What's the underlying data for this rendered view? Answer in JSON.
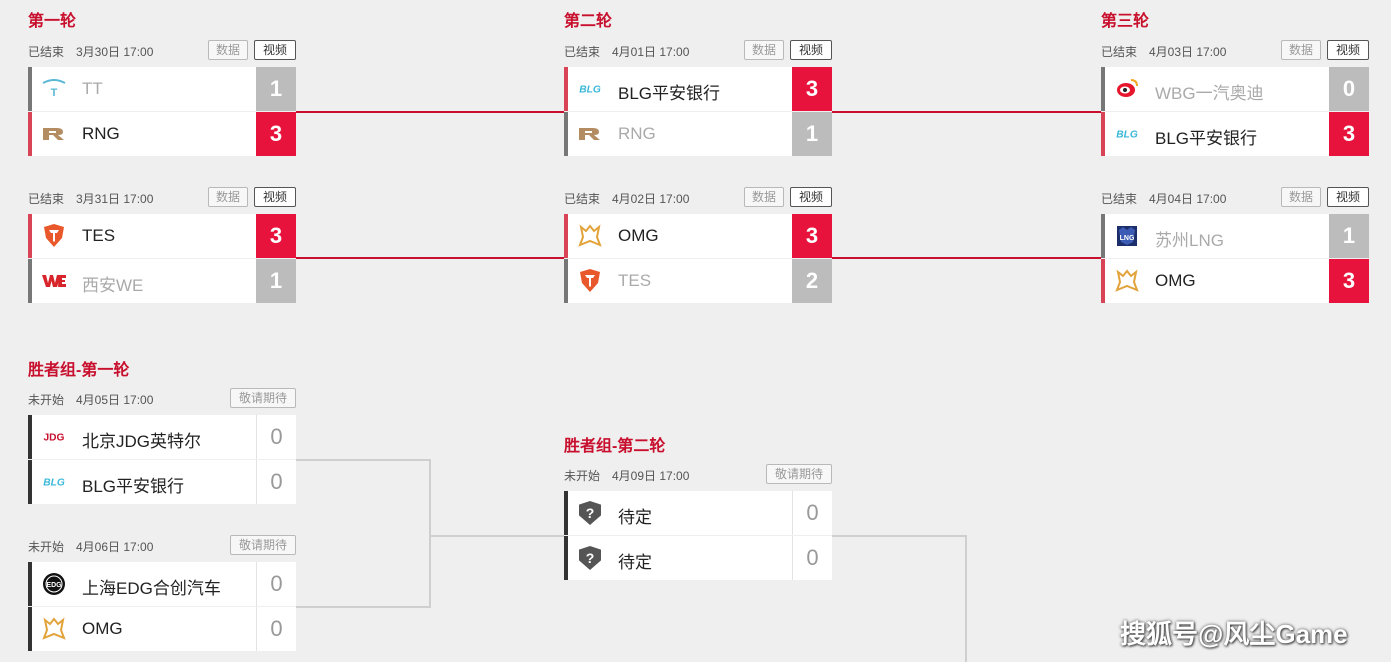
{
  "colors": {
    "accent": "#c8102e",
    "win_score_bg": "#e8133c",
    "lose_score_bg": "#bcbcbc",
    "page_bg": "#efefef"
  },
  "round1": {
    "title": "第一轮",
    "matches": [
      {
        "status": "已结束",
        "datetime": "3月30日 17:00",
        "stats_label": "数据",
        "video_label": "视频",
        "teams": [
          {
            "name": "TT",
            "score": "1",
            "logo": "tt-logo-icon"
          },
          {
            "name": "RNG",
            "score": "3",
            "logo": "rng-logo-icon"
          }
        ]
      },
      {
        "status": "已结束",
        "datetime": "3月31日 17:00",
        "stats_label": "数据",
        "video_label": "视频",
        "teams": [
          {
            "name": "TES",
            "score": "3",
            "logo": "tes-logo-icon"
          },
          {
            "name": "西安WE",
            "score": "1",
            "logo": "we-logo-icon"
          }
        ]
      }
    ]
  },
  "round2": {
    "title": "第二轮",
    "matches": [
      {
        "status": "已结束",
        "datetime": "4月01日 17:00",
        "stats_label": "数据",
        "video_label": "视频",
        "teams": [
          {
            "name": "BLG平安银行",
            "score": "3",
            "logo": "blg-logo-icon"
          },
          {
            "name": "RNG",
            "score": "1",
            "logo": "rng-logo-icon"
          }
        ]
      },
      {
        "status": "已结束",
        "datetime": "4月02日 17:00",
        "stats_label": "数据",
        "video_label": "视频",
        "teams": [
          {
            "name": "OMG",
            "score": "3",
            "logo": "omg-logo-icon"
          },
          {
            "name": "TES",
            "score": "2",
            "logo": "tes-logo-icon"
          }
        ]
      }
    ]
  },
  "round3": {
    "title": "第三轮",
    "matches": [
      {
        "status": "已结束",
        "datetime": "4月03日 17:00",
        "stats_label": "数据",
        "video_label": "视频",
        "teams": [
          {
            "name": "WBG一汽奥迪",
            "score": "0",
            "logo": "wbg-logo-icon"
          },
          {
            "name": "BLG平安银行",
            "score": "3",
            "logo": "blg-logo-icon"
          }
        ]
      },
      {
        "status": "已结束",
        "datetime": "4月04日 17:00",
        "stats_label": "数据",
        "video_label": "视频",
        "teams": [
          {
            "name": "苏州LNG",
            "score": "1",
            "logo": "lng-logo-icon"
          },
          {
            "name": "OMG",
            "score": "3",
            "logo": "omg-logo-icon"
          }
        ]
      }
    ]
  },
  "winners_r1": {
    "title": "胜者组-第一轮",
    "matches": [
      {
        "status": "未开始",
        "datetime": "4月05日 17:00",
        "pending_label": "敬请期待",
        "teams": [
          {
            "name": "北京JDG英特尔",
            "score": "0",
            "logo": "jdg-logo-icon"
          },
          {
            "name": "BLG平安银行",
            "score": "0",
            "logo": "blg-logo-icon"
          }
        ]
      },
      {
        "status": "未开始",
        "datetime": "4月06日 17:00",
        "pending_label": "敬请期待",
        "teams": [
          {
            "name": "上海EDG合创汽车",
            "score": "0",
            "logo": "edg-logo-icon"
          },
          {
            "name": "OMG",
            "score": "0",
            "logo": "omg-logo-icon"
          }
        ]
      }
    ]
  },
  "winners_r2": {
    "title": "胜者组-第二轮",
    "matches": [
      {
        "status": "未开始",
        "datetime": "4月09日 17:00",
        "pending_label": "敬请期待",
        "teams": [
          {
            "name": "待定",
            "score": "0",
            "logo": "question-shield-icon"
          },
          {
            "name": "待定",
            "score": "0",
            "logo": "question-shield-icon"
          }
        ]
      }
    ]
  },
  "watermark": "搜狐号@风尘Game"
}
